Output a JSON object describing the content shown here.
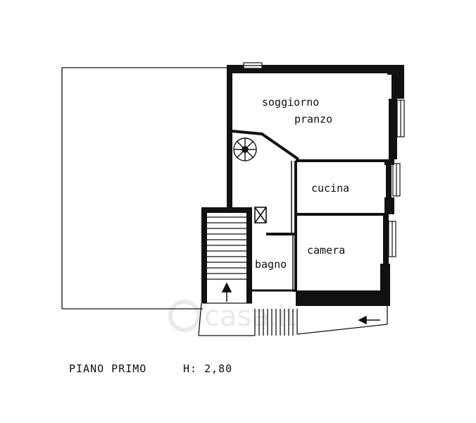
{
  "rooms": {
    "soggiorno": "soggiorno",
    "pranzo": "pranzo",
    "cucina": "cucina",
    "camera": "camera",
    "bagno": "bagno"
  },
  "caption": {
    "floor": "PIANO  PRIMO",
    "height": "H: 2,80"
  },
  "watermark": "casa.it",
  "colors": {
    "ink": "#111111",
    "paper": "#ffffff"
  }
}
